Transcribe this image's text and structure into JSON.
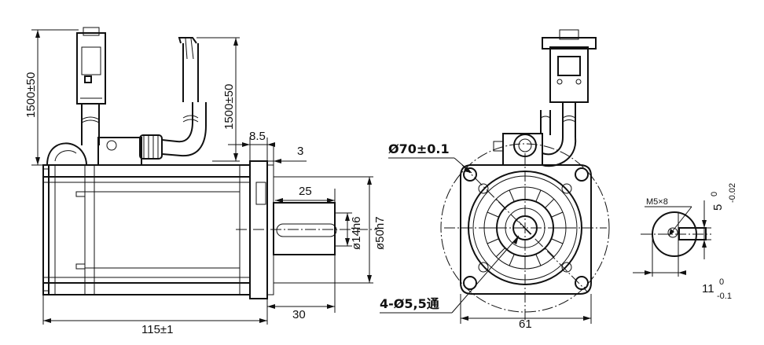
{
  "side_view": {
    "cable_length_left": "1500±50",
    "cable_length_right": "1500±50",
    "flange_thickness": "8.5",
    "spigot_height": "3",
    "shaft_key_length": "25",
    "shaft_diameter": "ø14h6",
    "spigot_diameter": "ø50h7",
    "shaft_length": "30",
    "body_length": "115±1"
  },
  "front_view": {
    "bolt_circle": "Ø70±0.1",
    "mounting_holes": "4-Ø5,5通",
    "flange_width": "61"
  },
  "shaft_detail": {
    "thread": "M5×8",
    "key_dim_top_value": "5",
    "key_dim_top_tol_upper": "0",
    "key_dim_top_tol_lower": "-0.02",
    "key_dim_bottom_value": "11",
    "key_dim_bottom_tol_upper": "0",
    "key_dim_bottom_tol_lower": "-0.1"
  }
}
